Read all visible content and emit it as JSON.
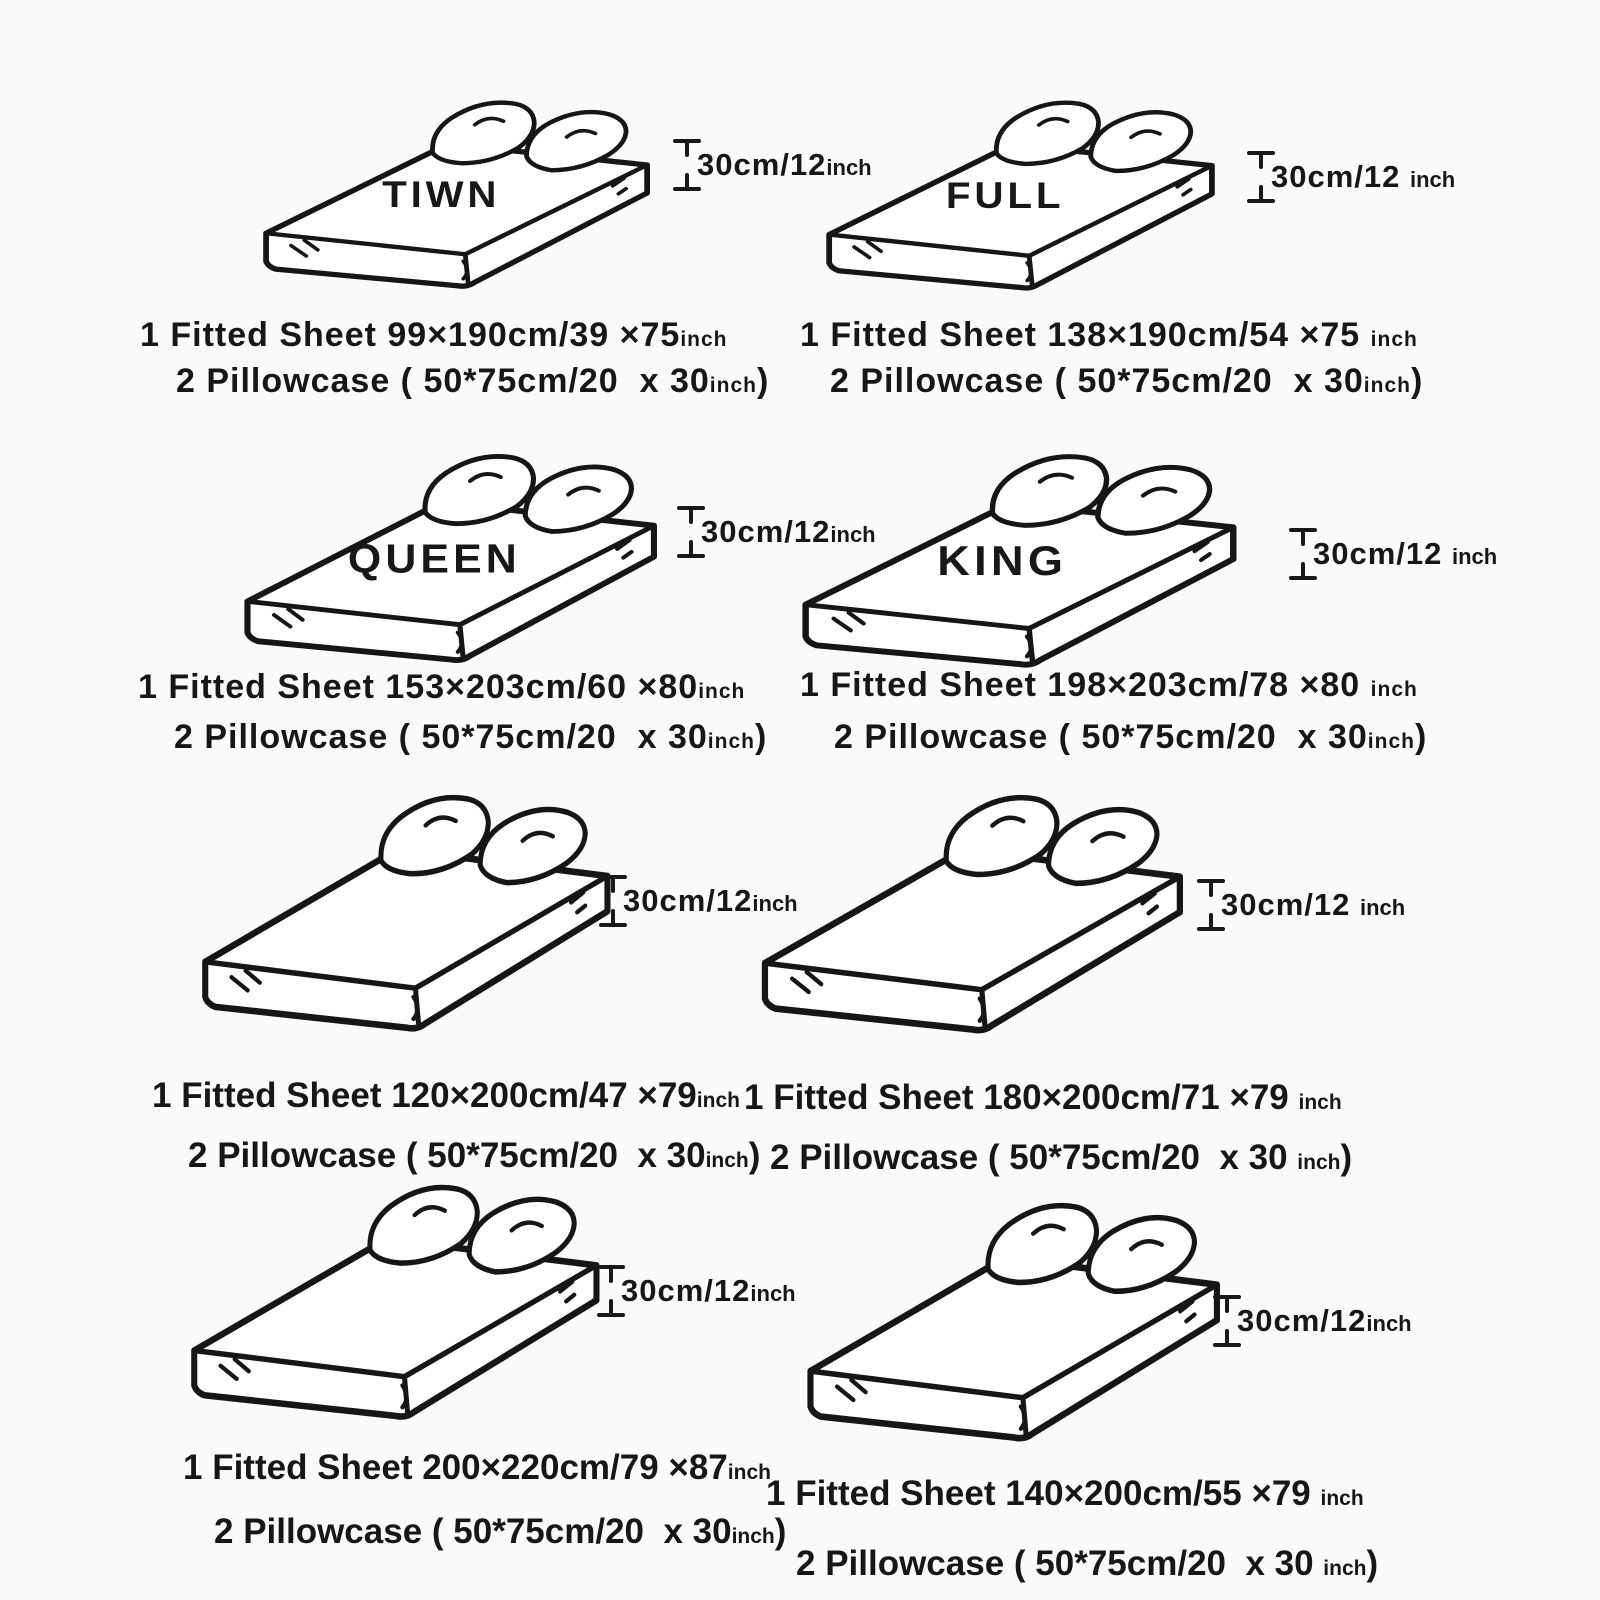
{
  "colors": {
    "ink": "#181818",
    "background": "#fafaf8"
  },
  "sizes": [
    {
      "label": "TIWN",
      "height_value": "30cm/12",
      "height_unit": "inch",
      "fitted_text": "1 Fitted Sheet 99×190cm/39 ×75",
      "fitted_unit": "inch",
      "pillow_text": "2 Pillowcase ( 50*75cm/20  x 30",
      "pillow_unit": "inch",
      "pillow_tail": ")"
    },
    {
      "label": "FULL",
      "height_value": "30cm/12 ",
      "height_unit": "inch",
      "fitted_text": "1 Fitted Sheet 138×190cm/54 ×75 ",
      "fitted_unit": "inch",
      "pillow_text": "2 Pillowcase ( 50*75cm/20  x 30",
      "pillow_unit": "inch",
      "pillow_tail": ")"
    },
    {
      "label": "QUEEN",
      "height_value": "30cm/12",
      "height_unit": "inch",
      "fitted_text": "1 Fitted Sheet 153×203cm/60 ×80",
      "fitted_unit": "inch",
      "pillow_text": "2 Pillowcase ( 50*75cm/20  x 30",
      "pillow_unit": "inch",
      "pillow_tail": ")"
    },
    {
      "label": "KING",
      "height_value": "30cm/12 ",
      "height_unit": "inch",
      "fitted_text": "1 Fitted Sheet 198×203cm/78 ×80 ",
      "fitted_unit": "inch",
      "pillow_text": "2 Pillowcase ( 50*75cm/20  x 30",
      "pillow_unit": "inch",
      "pillow_tail": ")"
    },
    {
      "label": "",
      "height_value": "30cm/12",
      "height_unit": "inch",
      "fitted_text": "1 Fitted Sheet 120×200cm/47 ×79",
      "fitted_unit": "inch",
      "pillow_text": "2 Pillowcase ( 50*75cm/20  x 30",
      "pillow_unit": "inch",
      "pillow_tail": ")"
    },
    {
      "label": "",
      "height_value": "30cm/12 ",
      "height_unit": "inch",
      "fitted_text": "1 Fitted Sheet 180×200cm/71 ×79 ",
      "fitted_unit": "inch",
      "pillow_text": "2 Pillowcase ( 50*75cm/20  x 30 ",
      "pillow_unit": "inch",
      "pillow_tail": ")"
    },
    {
      "label": "",
      "height_value": "30cm/12",
      "height_unit": "inch",
      "fitted_text": "1 Fitted Sheet 200×220cm/79 ×87",
      "fitted_unit": "inch",
      "pillow_text": "2 Pillowcase ( 50*75cm/20  x 30",
      "pillow_unit": "inch",
      "pillow_tail": ")"
    },
    {
      "label": "",
      "height_value": "30cm/12",
      "height_unit": "inch",
      "fitted_text": "1 Fitted Sheet 140×200cm/55 ×79 ",
      "fitted_unit": "inch",
      "pillow_text": "2 Pillowcase ( 50*75cm/20  x 30 ",
      "pillow_unit": "inch",
      "pillow_tail": ")"
    }
  ]
}
